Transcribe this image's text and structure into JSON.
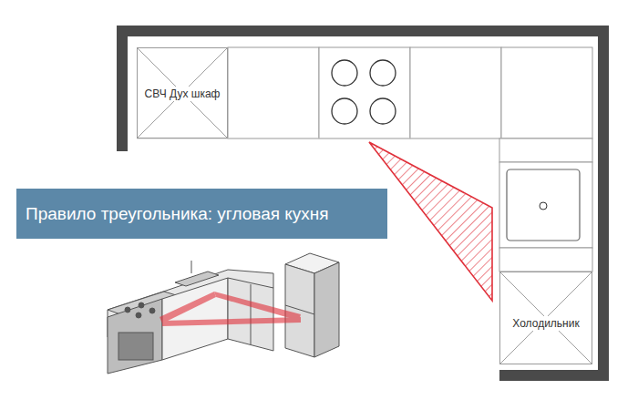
{
  "diagram": {
    "title": "Правило треугольника: угловая кухня",
    "nodes": [
      {
        "text": [
          "СВЧ Дух шкаф"
        ]
      },
      {
        "text": [
          "Холодильник"
        ]
      }
    ]
  }
}
